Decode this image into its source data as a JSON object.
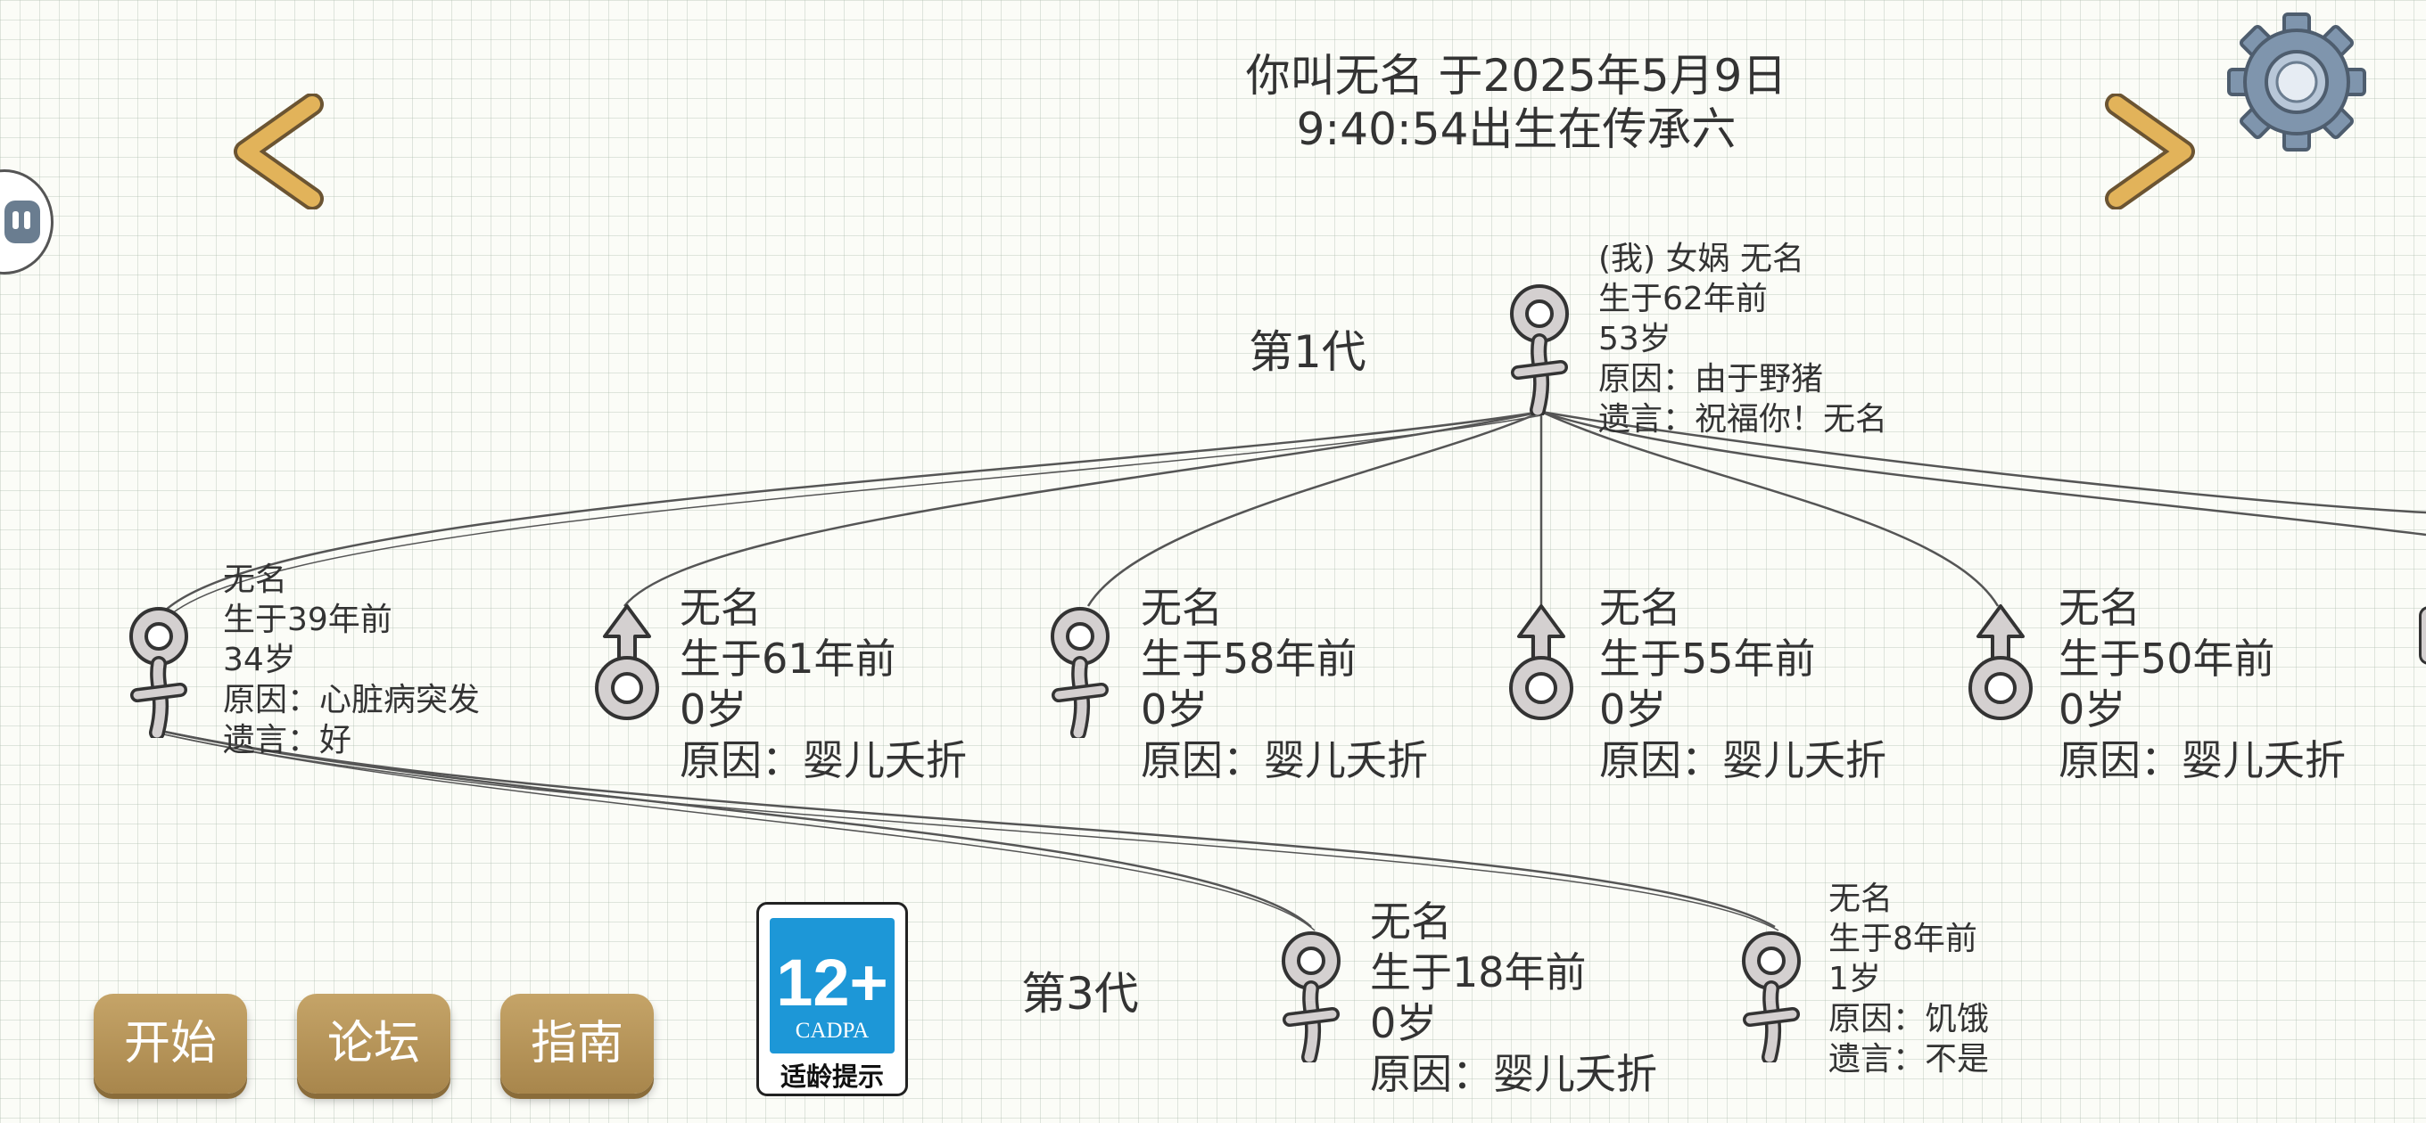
{
  "header": {
    "line1": "你叫无名 于2025年5月9日",
    "line2": "9:40:54出生在传承六"
  },
  "generations": {
    "gen1": "第1代",
    "gen3": "第3代"
  },
  "root": {
    "lines": [
      "(我) 女娲 无名",
      "生于62年前",
      "53岁",
      "原因：由于野猪",
      "遗言：祝福你！无名"
    ]
  },
  "children": [
    {
      "sex": "female",
      "lines": [
        "无名",
        "生于39年前",
        "34岁",
        "原因：心脏病突发",
        "遗言：好"
      ]
    },
    {
      "sex": "male",
      "lines": [
        "无名",
        "生于61年前",
        "0岁",
        "原因：婴儿夭折"
      ]
    },
    {
      "sex": "female",
      "lines": [
        "无名",
        "生于58年前",
        "0岁",
        "原因：婴儿夭折"
      ]
    },
    {
      "sex": "male",
      "lines": [
        "无名",
        "生于55年前",
        "0岁",
        "原因：婴儿夭折"
      ]
    },
    {
      "sex": "male",
      "lines": [
        "无名",
        "生于50年前",
        "0岁",
        "原因：婴儿夭折"
      ]
    }
  ],
  "grandchildren": [
    {
      "sex": "female",
      "lines": [
        "无名",
        "生于18年前",
        "0岁",
        "原因：婴儿夭折"
      ]
    },
    {
      "sex": "female",
      "lines": [
        "无名",
        "生于8年前",
        "1岁",
        "原因：饥饿",
        "遗言：不是"
      ]
    }
  ],
  "buttons": {
    "start": "开始",
    "forum": "论坛",
    "guide": "指南"
  },
  "age_rating": {
    "number": "12+",
    "org": "CADPA",
    "caption": "适龄提示"
  },
  "icons": {
    "prev": "chevron-left-icon",
    "next": "chevron-right-icon",
    "settings": "gear-icon",
    "pause": "pause-icon"
  },
  "colors": {
    "arrow": "#e2b35a",
    "button": "#b5945a",
    "badge_blue": "#1d97d7"
  }
}
